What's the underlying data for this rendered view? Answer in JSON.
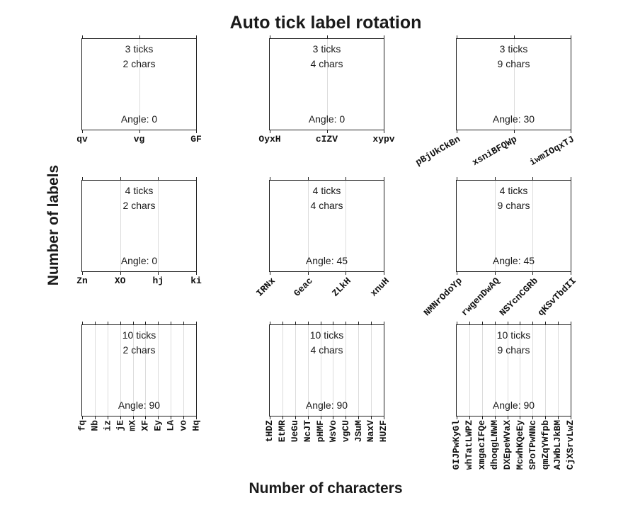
{
  "title": "Auto tick label rotation",
  "xlabel": "Number of characters",
  "ylabel": "Number of labels",
  "colors": {
    "background": "#ffffff",
    "axis_line": "#1f1f1f",
    "gridline": "#dcdcdc",
    "text": "#1a1a1a"
  },
  "chart_data": {
    "type": "line",
    "title": "Auto tick label rotation",
    "xlabel": "Number of characters",
    "ylabel": "Number of labels",
    "grid": true,
    "legend": false,
    "series": [],
    "layout_hint": "3x3 grid of empty axes; only x tick labels and in-axes annotations are shown",
    "subplots": [
      {
        "row": 0,
        "col": 0,
        "ticks": 3,
        "chars": 2,
        "angle": 0,
        "ticks_text": "3 ticks",
        "chars_text": "2 chars",
        "angle_text": "Angle: 0",
        "x_ticklabels": [
          "qv",
          "vg",
          "GF"
        ]
      },
      {
        "row": 0,
        "col": 1,
        "ticks": 3,
        "chars": 4,
        "angle": 0,
        "ticks_text": "3 ticks",
        "chars_text": "4 chars",
        "angle_text": "Angle: 0",
        "x_ticklabels": [
          "OyxH",
          "cIZV",
          "xypv"
        ]
      },
      {
        "row": 0,
        "col": 2,
        "ticks": 3,
        "chars": 9,
        "angle": 30,
        "ticks_text": "3 ticks",
        "chars_text": "9 chars",
        "angle_text": "Angle: 30",
        "x_ticklabels": [
          "pBjUkCkBn",
          "xsniBFQWp",
          "iwmIOqxTJ"
        ]
      },
      {
        "row": 1,
        "col": 0,
        "ticks": 4,
        "chars": 2,
        "angle": 0,
        "ticks_text": "4 ticks",
        "chars_text": "2 chars",
        "angle_text": "Angle: 0",
        "x_ticklabels": [
          "Zn",
          "XO",
          "hj",
          "ki"
        ]
      },
      {
        "row": 1,
        "col": 1,
        "ticks": 4,
        "chars": 4,
        "angle": 45,
        "ticks_text": "4 ticks",
        "chars_text": "4 chars",
        "angle_text": "Angle: 45",
        "x_ticklabels": [
          "IRNx",
          "Geac",
          "ZLkH",
          "xnuH"
        ]
      },
      {
        "row": 1,
        "col": 2,
        "ticks": 4,
        "chars": 9,
        "angle": 45,
        "ticks_text": "4 ticks",
        "chars_text": "9 chars",
        "angle_text": "Angle: 45",
        "x_ticklabels": [
          "NMNrOdoYp",
          "rwgenDwAQ",
          "NSYcnCGRb",
          "qKSvTbdII"
        ]
      },
      {
        "row": 2,
        "col": 0,
        "ticks": 10,
        "chars": 2,
        "angle": 90,
        "ticks_text": "10 ticks",
        "chars_text": "2 chars",
        "angle_text": "Angle: 90",
        "x_ticklabels": [
          "fq",
          "Nb",
          "iz",
          "jE",
          "mX",
          "XF",
          "Ey",
          "LA",
          "vo",
          "Hq"
        ]
      },
      {
        "row": 2,
        "col": 1,
        "ticks": 10,
        "chars": 4,
        "angle": 90,
        "ticks_text": "10 ticks",
        "chars_text": "4 chars",
        "angle_text": "Angle: 90",
        "x_ticklabels": [
          "tHDZ",
          "EtMR",
          "UeGu",
          "NcJT",
          "pHMF",
          "WsVo",
          "vgCU",
          "JSuM",
          "NaxV",
          "HUZF"
        ]
      },
      {
        "row": 2,
        "col": 2,
        "ticks": 10,
        "chars": 9,
        "angle": 90,
        "ticks_text": "10 ticks",
        "chars_text": "9 chars",
        "angle_text": "Angle: 90",
        "x_ticklabels": [
          "GIJPwKyGl",
          "whTatLWPZ",
          "xmgacIFQe",
          "dhoqgLNWM",
          "DXEpeWVaX",
          "McwhKQeEy",
          "SPoTPwNNc",
          "qmZqYWfpb",
          "AJWbLJkBM",
          "CjXSrvLwZ"
        ]
      }
    ]
  }
}
